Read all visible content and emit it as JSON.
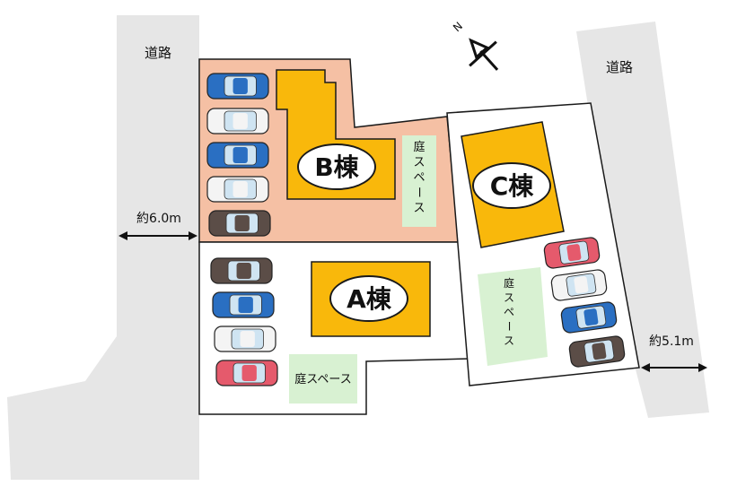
{
  "colors": {
    "road": "#e6e6e6",
    "lot_b": "#f5c0a4",
    "building": "#f9b80b",
    "garden": "#d8f1d2",
    "outline": "#1a1a1a",
    "car_blue": "#2a6fc2",
    "car_white": "#f4f4f4",
    "car_brown": "#5b4d47",
    "car_red": "#e55a6c"
  },
  "compass": {
    "icon": "north-arrow-icon",
    "letter": "N"
  },
  "roads": {
    "left_label": "道路",
    "right_label": "道路"
  },
  "widths": {
    "left": "約6.0m",
    "right": "約5.1m"
  },
  "buildings": {
    "a": {
      "label": "A棟"
    },
    "b": {
      "label": "B棟"
    },
    "c": {
      "label": "C棟"
    }
  },
  "gardens": {
    "b": {
      "label": "庭スペース",
      "orientation": "vertical"
    },
    "c": {
      "label": "庭スペース",
      "orientation": "vertical"
    },
    "a": {
      "label": "庭スペース",
      "orientation": "horizontal"
    }
  },
  "parking": {
    "lot_b": [
      "blue",
      "white",
      "blue",
      "white",
      "brown"
    ],
    "lot_a": [
      "brown",
      "blue",
      "white",
      "red"
    ],
    "lot_c": [
      "red",
      "white",
      "blue",
      "brown"
    ]
  }
}
